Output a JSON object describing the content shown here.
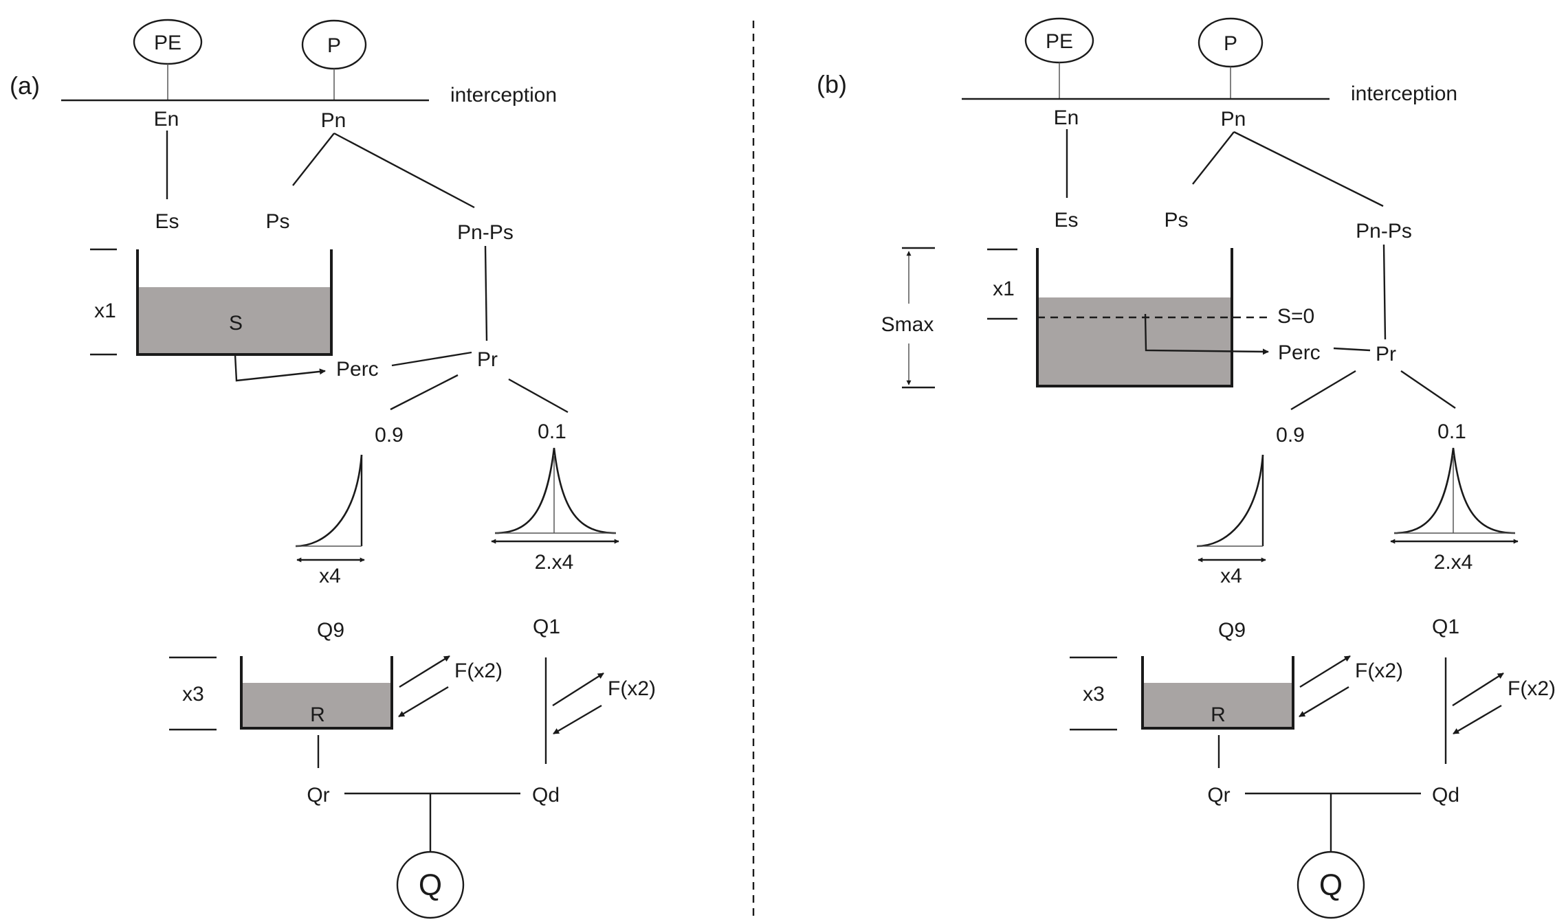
{
  "separator_style": "dashed",
  "fill_color": "#a8a4a3",
  "panels": [
    {
      "panel_label": "(a)",
      "inputs": {
        "pe": "PE",
        "p": "P"
      },
      "interception": "interception",
      "en": "En",
      "pn": "Pn",
      "es": "Es",
      "ps": "Ps",
      "pn_ps": "Pn-Ps",
      "store_height": "x1",
      "store_name": "S",
      "perc": "Perc",
      "pr": "Pr",
      "split_left": "0.9",
      "split_right": "0.1",
      "uh1_base": "x4",
      "uh2_base": "2.x4",
      "q9": "Q9",
      "q1": "Q1",
      "routing_height": "x3",
      "routing_name": "R",
      "exchange_1": "F(x2)",
      "exchange_2": "F(x2)",
      "qr": "Qr",
      "qd": "Qd",
      "q": "Q"
    },
    {
      "panel_label": "(b)",
      "inputs": {
        "pe": "PE",
        "p": "P"
      },
      "interception": "interception",
      "en": "En",
      "pn": "Pn",
      "es": "Es",
      "ps": "Ps",
      "pn_ps": "Pn-Ps",
      "store_height": "x1",
      "smax": "Smax",
      "s_zero": "S=0",
      "perc": "Perc",
      "pr": "Pr",
      "split_left": "0.9",
      "split_right": "0.1",
      "uh1_base": "x4",
      "uh2_base": "2.x4",
      "q9": "Q9",
      "q1": "Q1",
      "routing_height": "x3",
      "routing_name": "R",
      "exchange_1": "F(x2)",
      "exchange_2": "F(x2)",
      "qr": "Qr",
      "qd": "Qd",
      "q": "Q"
    }
  ]
}
